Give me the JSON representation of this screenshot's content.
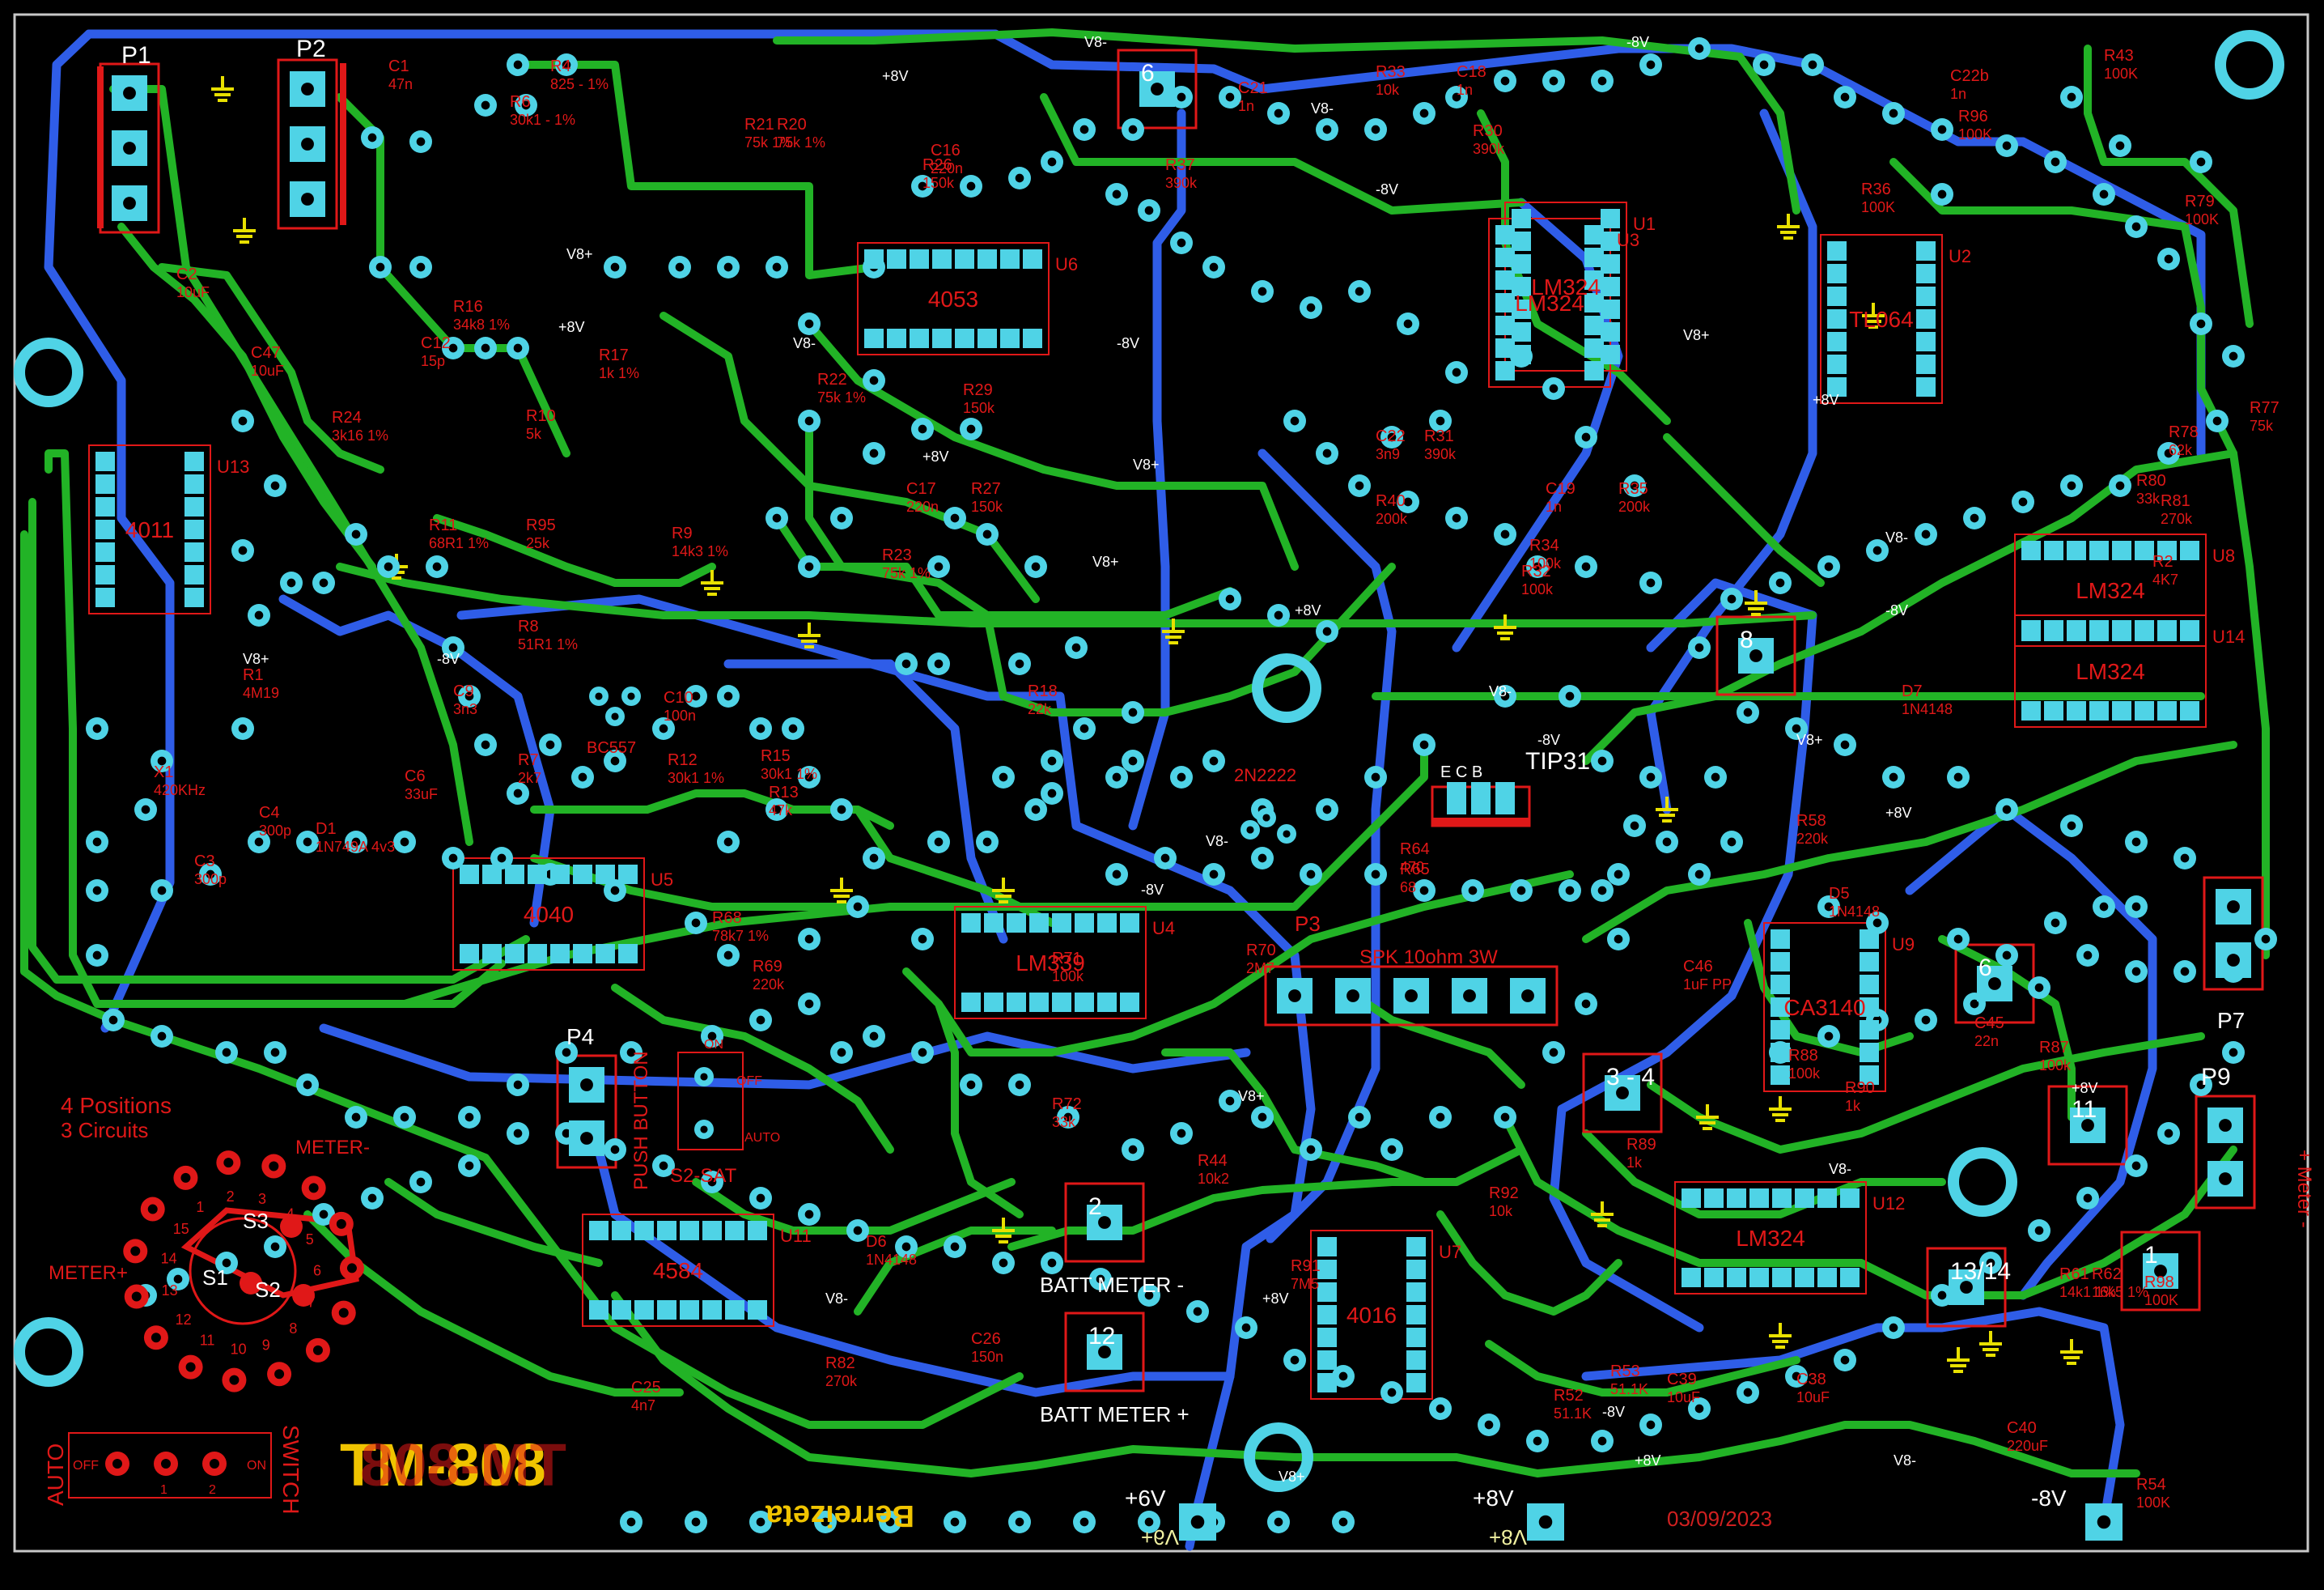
{
  "colors": {
    "background": "#000000",
    "outline": "#c8c8c8",
    "top_trace": "#22b326",
    "bottom_trace": "#2f5de8",
    "pad": "#4fd3e6",
    "silkscreen": "#e01818",
    "via_marker": "#e8e000",
    "title_yellow": "#f0c400",
    "date_red": "#d02020"
  },
  "title": {
    "main": "TM-808",
    "mirror": "TM-808",
    "author": "Berreizeta",
    "date": "03/09/2023"
  },
  "headers": [
    {
      "name": "P1",
      "pins": [
        "1",
        "2",
        "3"
      ]
    },
    {
      "name": "P2",
      "pins": [
        "3",
        "2",
        "1"
      ]
    },
    {
      "name": "P3",
      "label": "SPK 10ohm 3W",
      "pins": [
        "1",
        "2",
        "3",
        "4",
        "5"
      ]
    },
    {
      "name": "P4",
      "label": "PUSH BUTTON"
    },
    {
      "name": "P7",
      "pins": [
        "1",
        "2"
      ]
    },
    {
      "name": "P9",
      "label": "+ Meter -"
    }
  ],
  "ics": [
    {
      "name": "LM324",
      "ref": "U1"
    },
    {
      "name": "TL064",
      "ref": "U2"
    },
    {
      "name": "LM324",
      "ref": "U3"
    },
    {
      "name": "LM339",
      "ref": "U4"
    },
    {
      "name": "4040",
      "ref": "U5"
    },
    {
      "name": "4053",
      "ref": "U6"
    },
    {
      "name": "4016",
      "ref": "U7"
    },
    {
      "name": "LM324",
      "ref": "U8"
    },
    {
      "name": "CA3140",
      "ref": "U9"
    },
    {
      "name": "4584",
      "ref": "U11"
    },
    {
      "name": "LM324",
      "ref": "U12"
    },
    {
      "name": "4011",
      "ref": "U13"
    },
    {
      "name": "LM324",
      "ref": "U14"
    }
  ],
  "transistors": [
    {
      "ref": "Q1",
      "type": "BC557"
    },
    {
      "ref": "Q2",
      "type": "2N2222"
    },
    {
      "ref": "Q3",
      "type": "TIP31",
      "pins": "E C B"
    }
  ],
  "parts": [
    {
      "ref": "C1",
      "value": "47n"
    },
    {
      "ref": "R4",
      "value": "825 - 1%"
    },
    {
      "ref": "R6",
      "value": "30k1 - 1%"
    },
    {
      "ref": "C2",
      "value": "10uF"
    },
    {
      "ref": "C47",
      "value": "10uF"
    },
    {
      "ref": "R16",
      "value": "34k8 1%"
    },
    {
      "ref": "C12",
      "value": "15p"
    },
    {
      "ref": "R17",
      "value": "1k 1%"
    },
    {
      "ref": "R24",
      "value": "3k16 1%"
    },
    {
      "ref": "R10",
      "value": "5k"
    },
    {
      "ref": "R11",
      "value": "68R1 1%"
    },
    {
      "ref": "R95",
      "value": "25k"
    },
    {
      "ref": "R9",
      "value": "14k3 1%"
    },
    {
      "ref": "R20",
      "value": "75k 1%"
    },
    {
      "ref": "R21",
      "value": "75k 1%"
    },
    {
      "ref": "C16",
      "value": "220n"
    },
    {
      "ref": "R26",
      "value": "150k"
    },
    {
      "ref": "R22",
      "value": "75k 1%"
    },
    {
      "ref": "R29",
      "value": "150k"
    },
    {
      "ref": "C17",
      "value": "220n"
    },
    {
      "ref": "R27",
      "value": "150k"
    },
    {
      "ref": "R23",
      "value": "75k 1%"
    },
    {
      "ref": "R37",
      "value": "390k"
    },
    {
      "ref": "C21",
      "value": "1n"
    },
    {
      "ref": "R33",
      "value": "10k"
    },
    {
      "ref": "C18",
      "value": "1n"
    },
    {
      "ref": "R30",
      "value": "390k"
    },
    {
      "ref": "R40",
      "value": "200k"
    },
    {
      "ref": "C22",
      "value": "3n9"
    },
    {
      "ref": "R31",
      "value": "390k"
    },
    {
      "ref": "R34",
      "value": "100k"
    },
    {
      "ref": "R32",
      "value": "100k"
    },
    {
      "ref": "C19",
      "value": "1n"
    },
    {
      "ref": "R35",
      "value": "200k"
    },
    {
      "ref": "C22b",
      "value": "1n"
    },
    {
      "ref": "R96",
      "value": "100K"
    },
    {
      "ref": "R36",
      "value": "100K"
    },
    {
      "ref": "R43",
      "value": "100K"
    },
    {
      "ref": "R79",
      "value": "100K"
    },
    {
      "ref": "R77",
      "value": "75k"
    },
    {
      "ref": "R78",
      "value": "62k"
    },
    {
      "ref": "R80",
      "value": "33k"
    },
    {
      "ref": "R81",
      "value": "270k"
    },
    {
      "ref": "R2",
      "value": "4K7"
    },
    {
      "ref": "R1",
      "value": "4M19"
    },
    {
      "ref": "X1",
      "value": "420KHz"
    },
    {
      "ref": "C3",
      "value": "300p"
    },
    {
      "ref": "C4",
      "value": "300p"
    },
    {
      "ref": "D1",
      "value": "1N749A 4v3"
    },
    {
      "ref": "R8",
      "value": "51R1 1%"
    },
    {
      "ref": "C9",
      "value": "3n3"
    },
    {
      "ref": "C10",
      "value": "100n"
    },
    {
      "ref": "R12",
      "value": "30k1 1%"
    },
    {
      "ref": "R15",
      "value": "30k1 1%"
    },
    {
      "ref": "R13",
      "value": "47k"
    },
    {
      "ref": "R18",
      "value": "22k"
    },
    {
      "ref": "R7",
      "value": "2k7"
    },
    {
      "ref": "C6",
      "value": "33uF"
    },
    {
      "ref": "R70",
      "value": "2M7"
    },
    {
      "ref": "R64",
      "value": "470"
    },
    {
      "ref": "R65",
      "value": "68"
    },
    {
      "ref": "R58",
      "value": "220k"
    },
    {
      "ref": "D5",
      "value": "1N4148"
    },
    {
      "ref": "D7",
      "value": "1N4148"
    },
    {
      "ref": "C46",
      "value": "1uF PP"
    },
    {
      "ref": "R88",
      "value": "100k"
    },
    {
      "ref": "R90",
      "value": "1k"
    },
    {
      "ref": "R89",
      "value": "1k"
    },
    {
      "ref": "C45",
      "value": "22n"
    },
    {
      "ref": "R87",
      "value": "100k"
    },
    {
      "ref": "R44",
      "value": "10k2"
    },
    {
      "ref": "R92",
      "value": "10k"
    },
    {
      "ref": "R91",
      "value": "7M5"
    },
    {
      "ref": "D6",
      "value": "1N4148"
    },
    {
      "ref": "R82",
      "value": "270k"
    },
    {
      "ref": "C26",
      "value": "150n"
    },
    {
      "ref": "C25",
      "value": "4n7"
    },
    {
      "ref": "R53",
      "value": "51.1K"
    },
    {
      "ref": "R52",
      "value": "51.1K"
    },
    {
      "ref": "C39",
      "value": "10uF"
    },
    {
      "ref": "C38",
      "value": "10uF"
    },
    {
      "ref": "C40",
      "value": "220uF"
    },
    {
      "ref": "R98",
      "value": "100K"
    },
    {
      "ref": "R54",
      "value": "100K"
    },
    {
      "ref": "R61",
      "value": "14k1 1%"
    },
    {
      "ref": "R62",
      "value": "16k5 1%"
    },
    {
      "ref": "R72",
      "value": "33k"
    },
    {
      "ref": "R71",
      "value": "100k"
    },
    {
      "ref": "R69",
      "value": "220k"
    },
    {
      "ref": "R68",
      "value": "78k7 1%"
    }
  ],
  "connectors": [
    {
      "id": "6",
      "label": "6"
    },
    {
      "id": "8",
      "label": "8"
    },
    {
      "id": "3-4",
      "label": "3 - 4"
    },
    {
      "id": "6b",
      "label": "6"
    },
    {
      "id": "11",
      "label": "11"
    },
    {
      "id": "13-14",
      "label": "13/14"
    },
    {
      "id": "1",
      "label": "1"
    },
    {
      "id": "2",
      "label": "2",
      "caption": "BATT METER -"
    },
    {
      "id": "12",
      "label": "12",
      "caption": "BATT METER +"
    }
  ],
  "power": [
    {
      "label": "+6V",
      "mirror": "+6V"
    },
    {
      "label": "+8V",
      "mirror": "+8V"
    },
    {
      "label": "-8V"
    }
  ],
  "rail_labels": [
    "+8V",
    "V8-",
    "-8V",
    "V8+"
  ],
  "switches": {
    "rotary": {
      "title": "4 Positions",
      "subtitle": "3 Circuits",
      "meter_minus": "METER-",
      "meter_plus": "METER+",
      "poles": [
        "S1",
        "S2",
        "S3"
      ],
      "pins": [
        "1",
        "2",
        "3",
        "4",
        "5",
        "6",
        "7",
        "8",
        "9",
        "10",
        "11",
        "12",
        "13",
        "14",
        "15"
      ]
    },
    "auto": {
      "left": "AUTO",
      "right": "SWITCH",
      "positions": [
        "OFF",
        "1",
        "2",
        "ON"
      ]
    },
    "sat": {
      "label": "S2-SAT",
      "on": "ON",
      "off": "OFF",
      "auto": "AUTO"
    }
  }
}
